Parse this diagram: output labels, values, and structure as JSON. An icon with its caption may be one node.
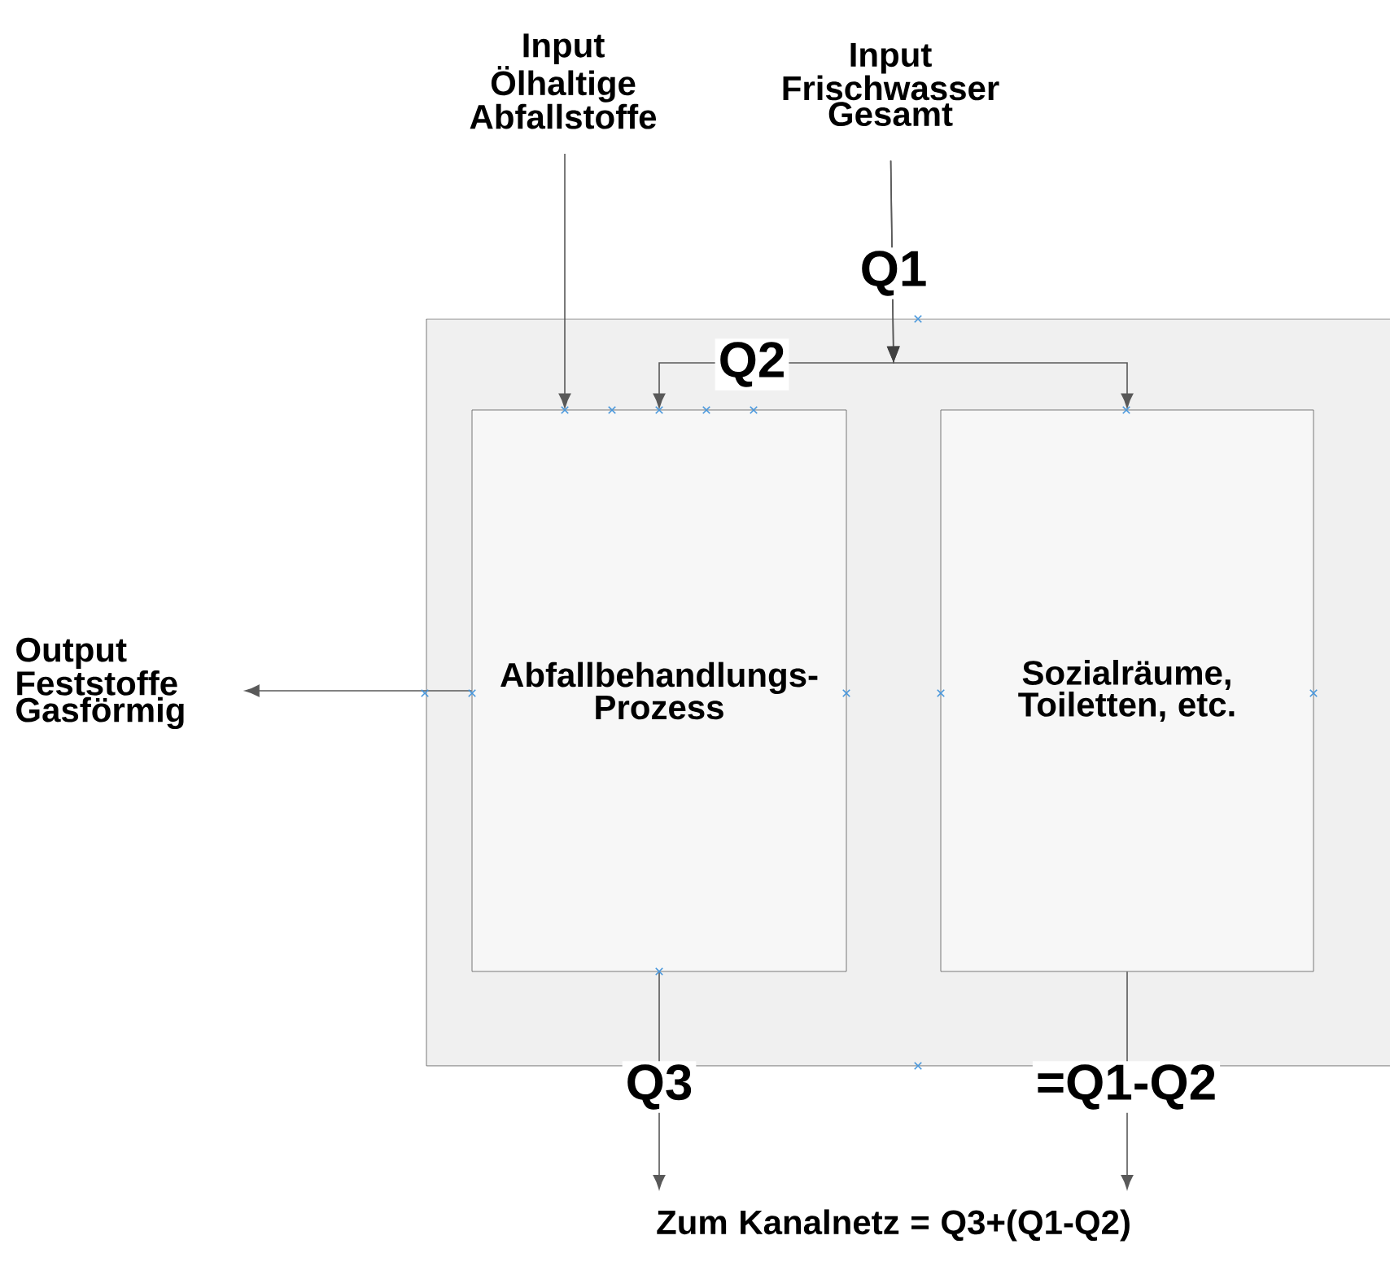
{
  "diagram": {
    "nodes": [
      {
        "text": [],
        "shape": "box"
      },
      {
        "text": [
          "Abfallbehandlungs-Prozess"
        ],
        "in": 0
      },
      {
        "text": [
          "Sozialräume, Toiletten, etc."
        ],
        "in": 0
      },
      {
        "text": [
          "Input Ölhaltige Abfallstoffe"
        ]
      },
      {
        "text": [
          "Input Frischwasser Gesamt"
        ]
      },
      {
        "text": [
          "Output Feststoffe Gasförmig"
        ]
      },
      {
        "text": [
          "Zum Kanalnetz = Q3+(Q1-Q2)"
        ]
      }
    ],
    "edges": [
      {
        "from": 3,
        "to": 1,
        "arrow": "to"
      },
      {
        "from": 4,
        "to": 1,
        "arrow": "to",
        "label": "Q2"
      },
      {
        "from": 4,
        "to": 2,
        "arrow": "to",
        "label": "Q1"
      },
      {
        "from": 1,
        "to": 5,
        "arrow": "to"
      },
      {
        "from": 1,
        "to": 6,
        "arrow": "to",
        "label": "Q3"
      },
      {
        "from": 2,
        "to": 6,
        "arrow": "to",
        "label": "=Q1-Q2"
      }
    ]
  }
}
